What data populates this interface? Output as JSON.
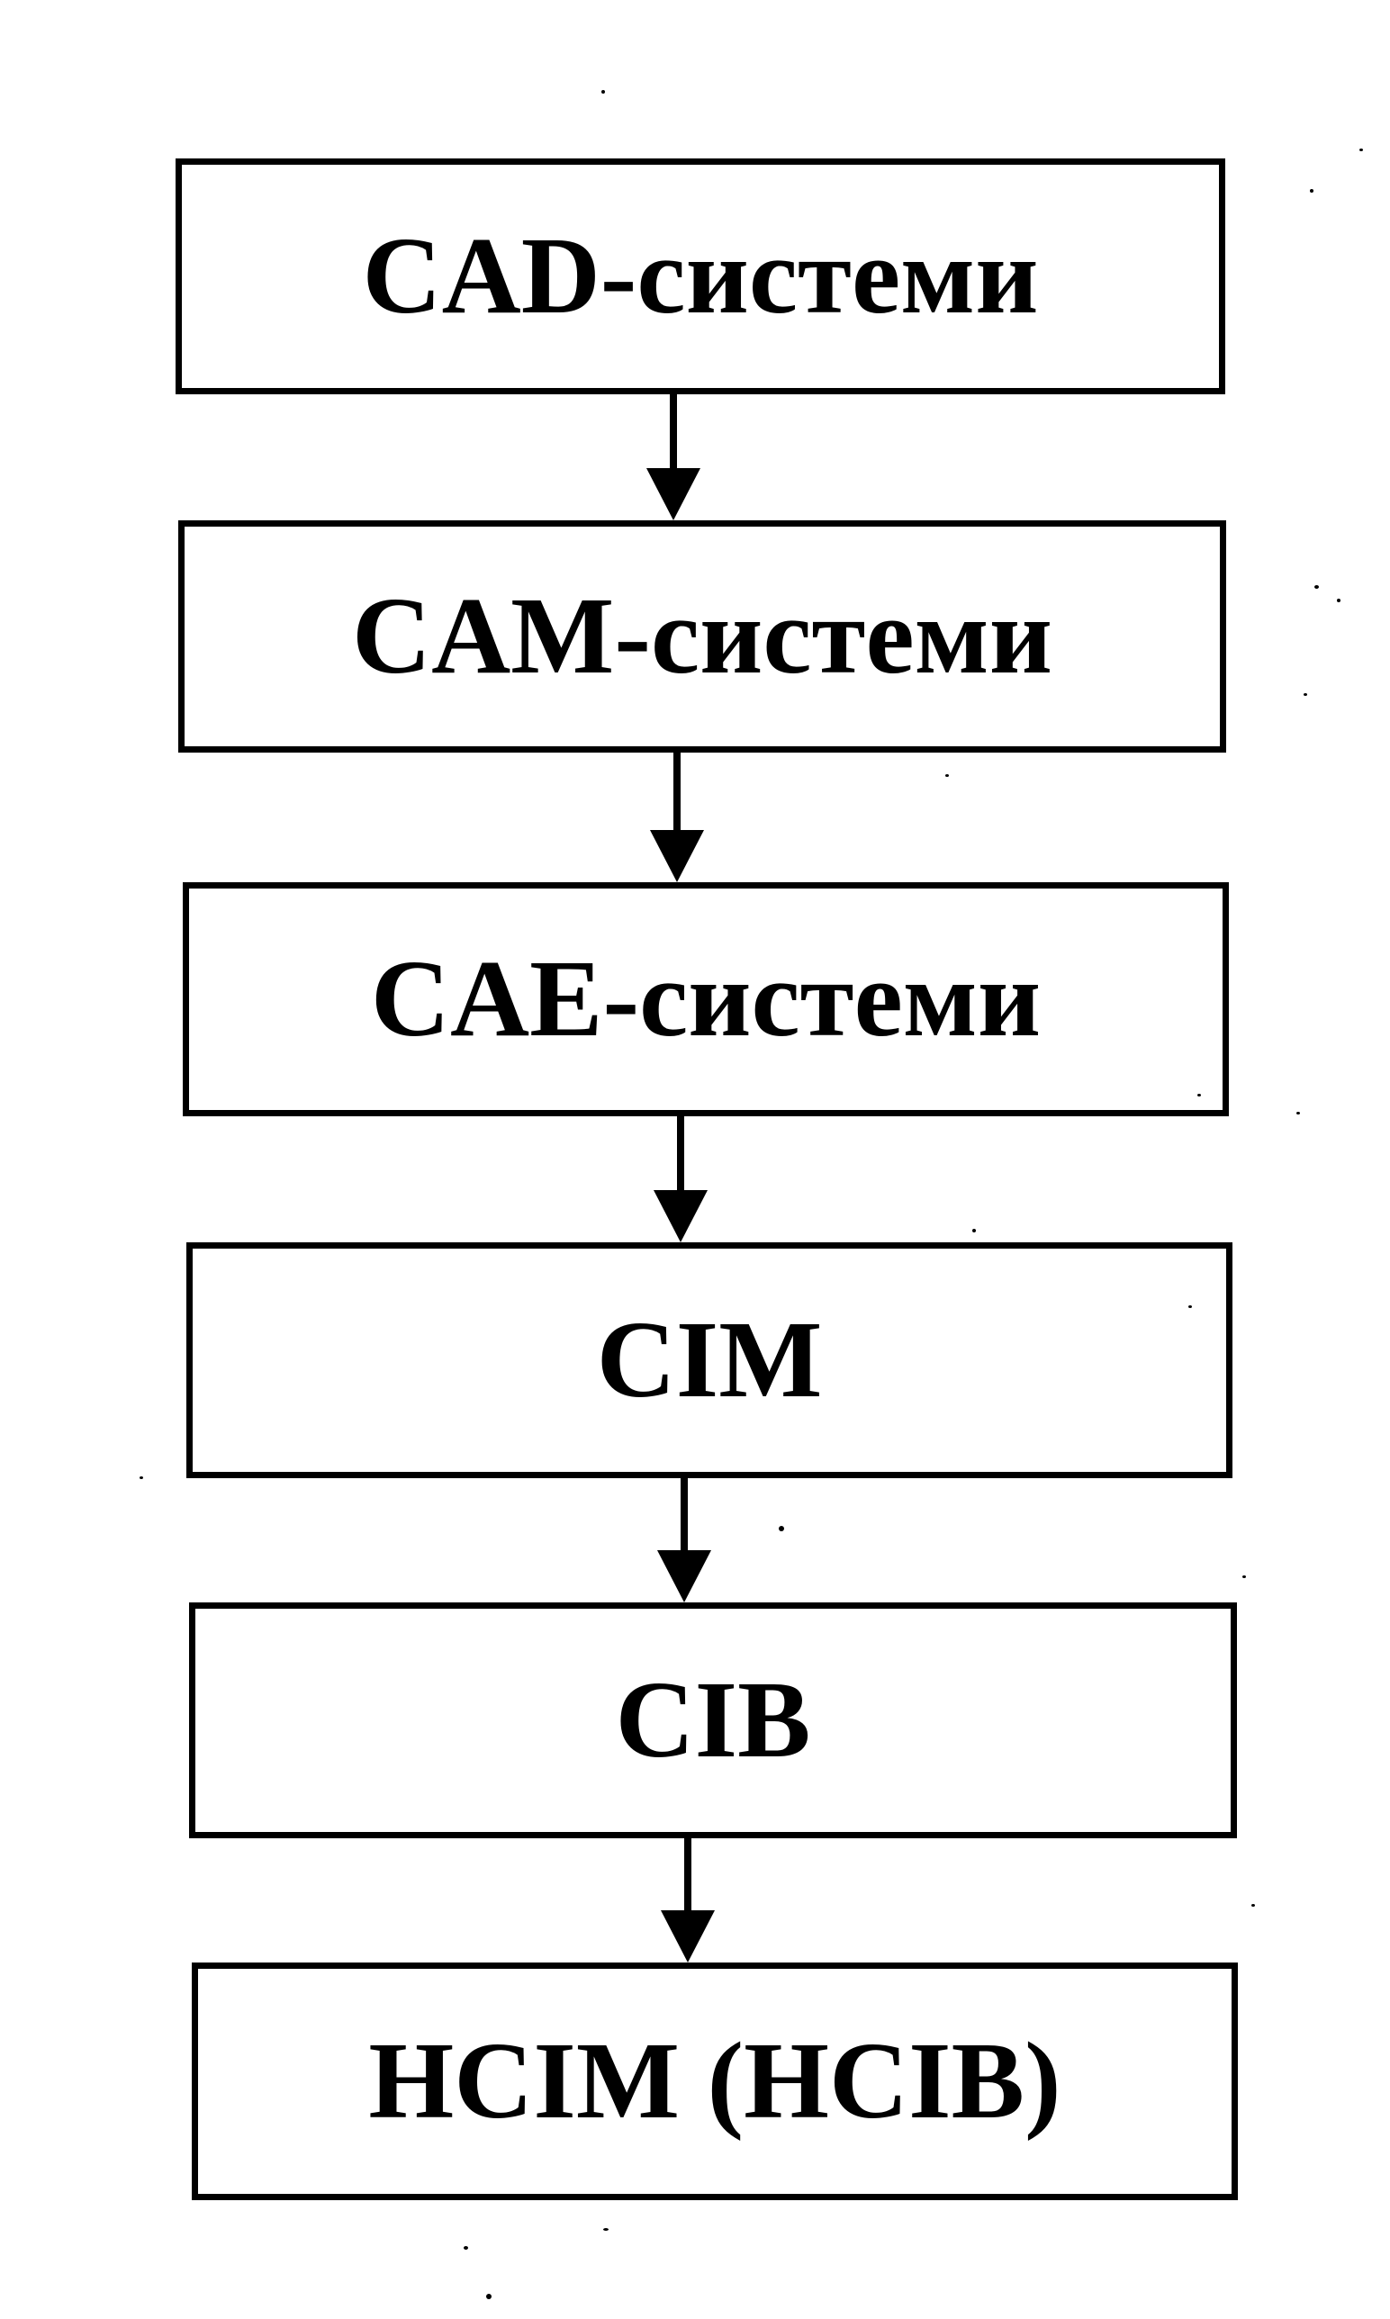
{
  "diagram": {
    "nodes": [
      {
        "id": "cad",
        "label": "CAD-системи"
      },
      {
        "id": "cam",
        "label": "CAM-системи"
      },
      {
        "id": "cae",
        "label": "CAE-системи"
      },
      {
        "id": "cim",
        "label": "CIM"
      },
      {
        "id": "cib",
        "label": "CIB"
      },
      {
        "id": "hcim",
        "label": "HCIM (HCIB)"
      }
    ],
    "edges": [
      {
        "from": "cad",
        "to": "cam"
      },
      {
        "from": "cam",
        "to": "cae"
      },
      {
        "from": "cae",
        "to": "cim"
      },
      {
        "from": "cim",
        "to": "cib"
      },
      {
        "from": "cib",
        "to": "hcim"
      }
    ],
    "colors": {
      "stroke": "#000000",
      "background": "#ffffff"
    }
  }
}
